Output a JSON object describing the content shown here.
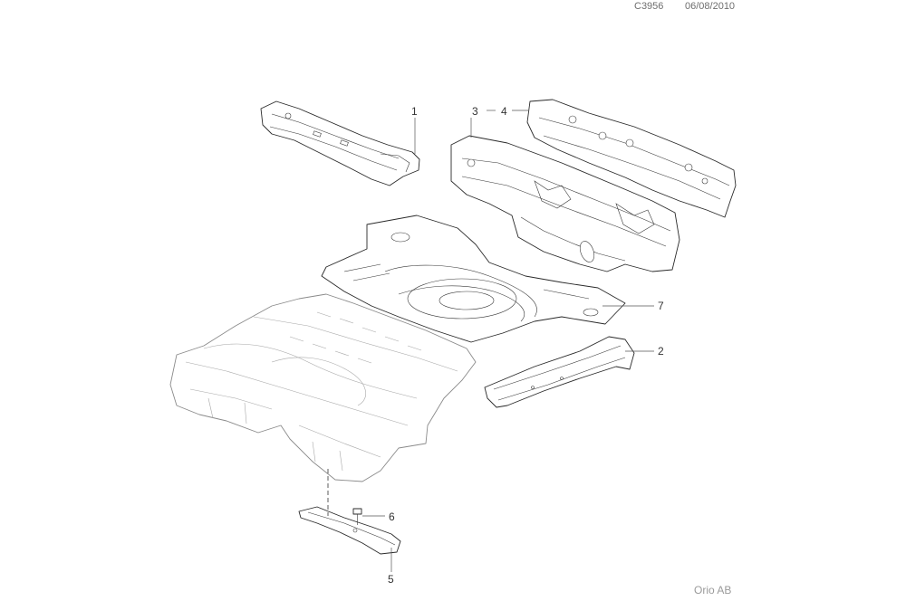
{
  "header": {
    "code": "C3956",
    "date": "06/08/2010"
  },
  "footer": {
    "brand": "Orio AB"
  },
  "callouts": [
    "1",
    "2",
    "3",
    "4",
    "5",
    "6",
    "7"
  ]
}
